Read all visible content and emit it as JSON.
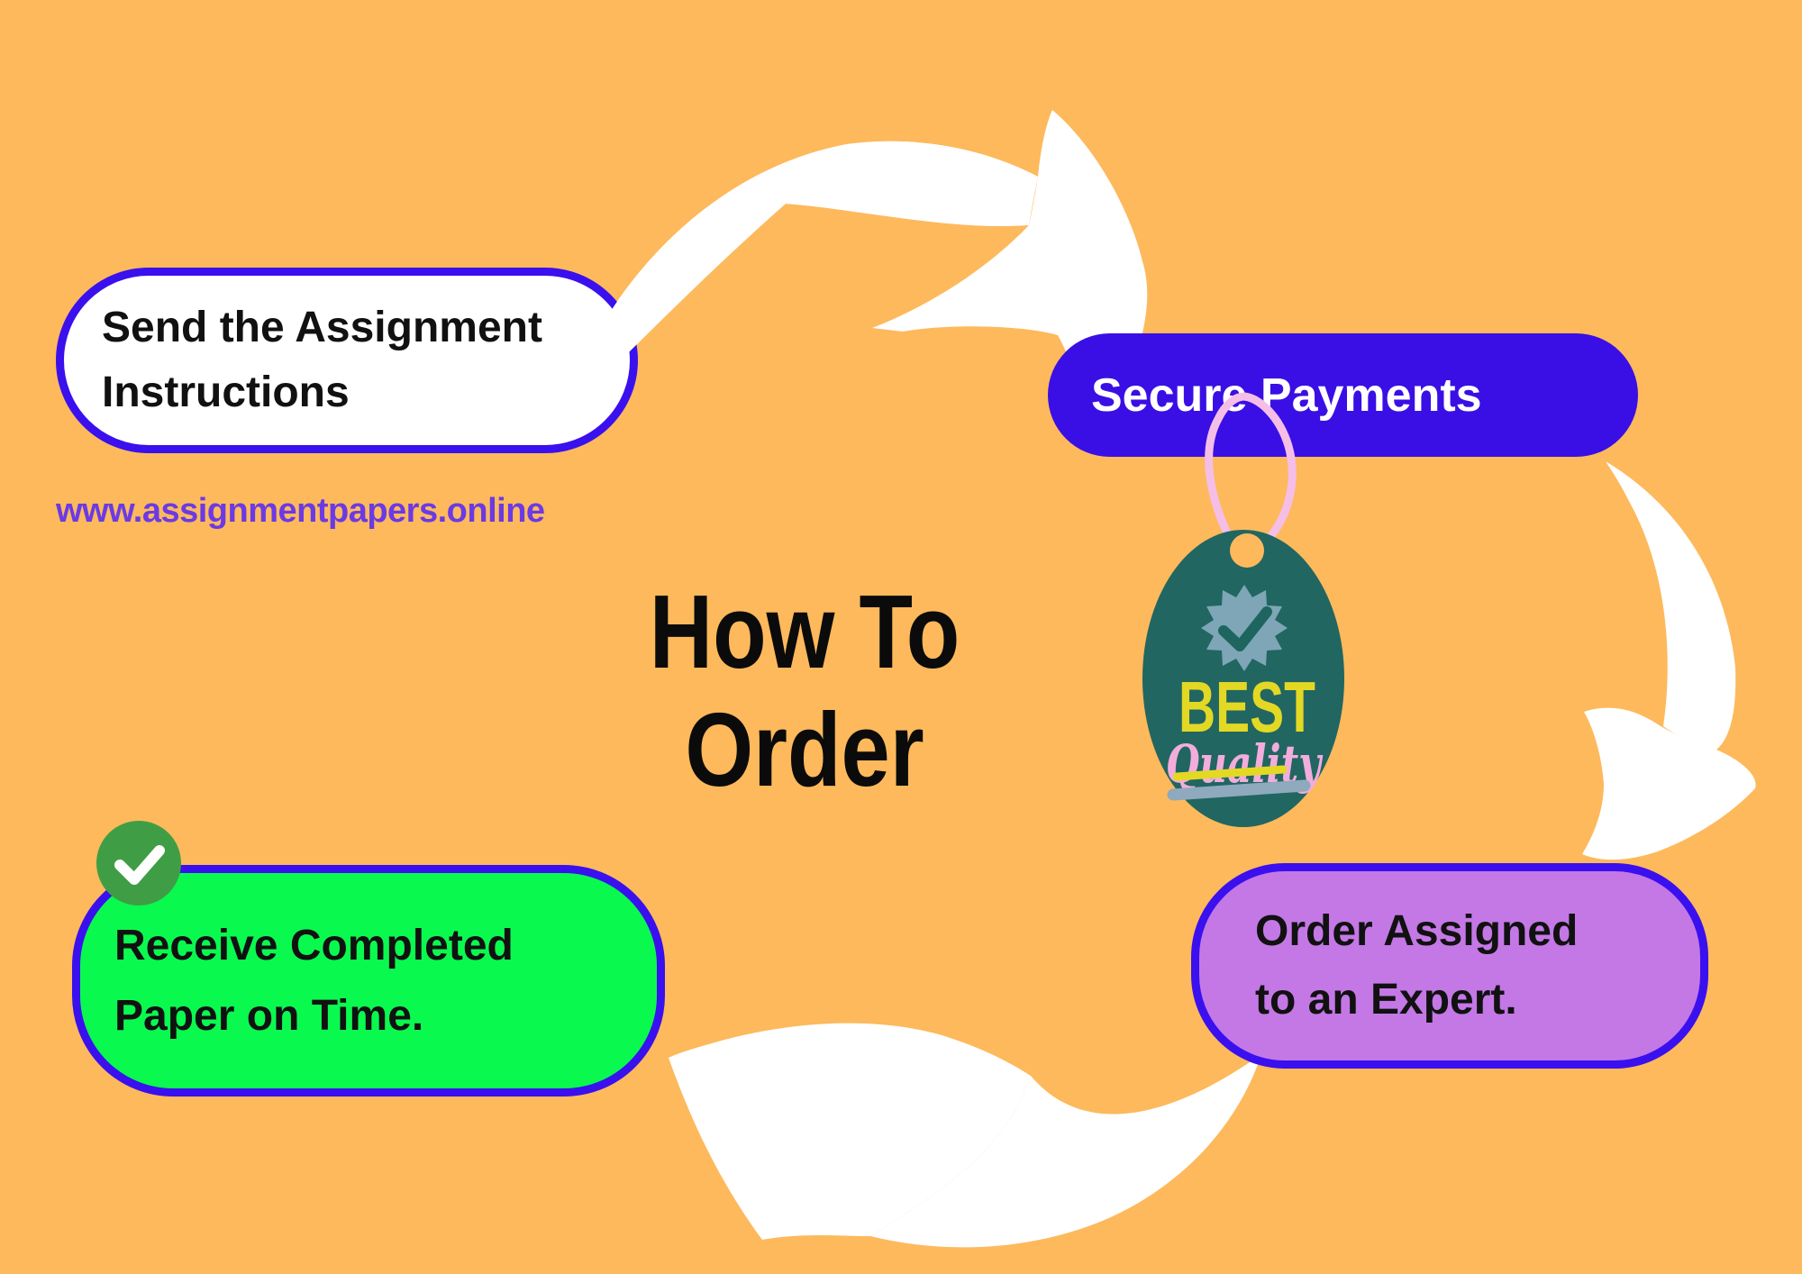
{
  "title": {
    "line1": "How To",
    "line2": "Order"
  },
  "website": {
    "url": "www.assignmentpapers.online"
  },
  "steps": {
    "send": {
      "line1": "Send the Assignment",
      "line2": "Instructions"
    },
    "payment": {
      "label": "Secure Payments"
    },
    "expert": {
      "line1": "Order Assigned",
      "line2": "to an Expert."
    },
    "receive": {
      "line1": "Receive Completed",
      "line2": "Paper on Time."
    }
  },
  "badge": {
    "word1": "BEST",
    "word2": "Quality"
  },
  "icons": {
    "receive_check": "checkmark-circle",
    "badge_seal": "starburst-checkmark-seal",
    "flow_arrows": "curved-white-arrows-cycle"
  },
  "colors": {
    "background": "#FDB95C",
    "accent_blue": "#3A0FE5",
    "border_blue": "#3A10EE",
    "box_purple": "#C478E6",
    "box_green": "#0AF94F",
    "check_green": "#3F9E45",
    "link_purple": "#6B3AE5",
    "tag_teal": "#216661",
    "seal_slate": "#7EA6B6",
    "badge_yellow": "#E3D824",
    "badge_pink": "#F2ADDD",
    "string_pink": "#F5BEE7",
    "arrow_white": "#FFFFFF",
    "text_black": "#111111",
    "box_white": "#FFFFFF"
  }
}
